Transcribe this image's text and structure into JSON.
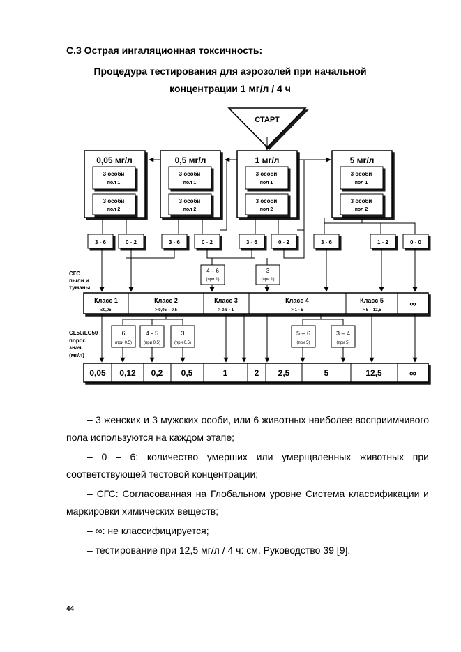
{
  "heading": "C.3 Острая ингаляционная токсичность:",
  "subtitle_line1": "Процедура тестирования для аэрозолей при начальной",
  "subtitle_line2": "концентрации 1 мг/л / 4 ч",
  "flow": {
    "start": "СТАРТ",
    "doses": [
      {
        "label": "0,05 мг/л",
        "sub": [
          [
            "3 особи",
            "пол 1"
          ],
          [
            "3 особи",
            "пол 2"
          ]
        ],
        "outcomes": [
          "3 - 6",
          "0 - 2"
        ]
      },
      {
        "label": "0,5 мг/л",
        "sub": [
          [
            "3 особи",
            "пол 1"
          ],
          [
            "3 особи",
            "пол 2"
          ]
        ],
        "outcomes": [
          "3 - 6",
          "0 - 2"
        ]
      },
      {
        "label": "1 мг/л",
        "sub": [
          [
            "3 особи",
            "пол 1"
          ],
          [
            "3 особи",
            "пол 2"
          ]
        ],
        "outcomes": [
          "3 - 6",
          "0 - 2"
        ]
      },
      {
        "label": "5 мг/л",
        "sub": [
          [
            "3 особи",
            "пол 1"
          ],
          [
            "3 особи",
            "пол 2"
          ]
        ],
        "outcomes": [
          "3 - 6",
          "1 - 2",
          "0 - 0"
        ]
      }
    ],
    "mid_boxes": [
      {
        "value": "4 – 6",
        "note": "(при 1)"
      },
      {
        "value": "3",
        "note": "(при 1)"
      }
    ],
    "sgs_label": [
      "СГС",
      "пыли и",
      "туманы"
    ],
    "classes": [
      {
        "name": "Класс 1",
        "range": "≤0,05"
      },
      {
        "name": "Класс 2",
        "range": "> 0,05 – 0,5"
      },
      {
        "name": "Класс 3",
        "range": "> 0,5 - 1"
      },
      {
        "name": "Класс 4",
        "range": "> 1 - 5"
      },
      {
        "name": "Класс 5",
        "range": "> 5 – 12,5"
      },
      {
        "name": "∞",
        "range": ""
      }
    ],
    "lower_boxes": [
      {
        "value": "6",
        "note": "(при 0.5)"
      },
      {
        "value": "4 - 5",
        "note": "(при 0.5)"
      },
      {
        "value": "3",
        "note": "(при 0.5)"
      },
      {
        "value": "5 – 6",
        "note": "(при 5)"
      },
      {
        "value": "3 – 4",
        "note": "(при 5)"
      }
    ],
    "cl_label": [
      "CL50/LC50",
      "порог.",
      "знач.",
      "(мг/л)"
    ],
    "values": [
      "0,05",
      "0,12",
      "0,2",
      "0,5",
      "1",
      "2",
      "2,5",
      "5",
      "12,5",
      "∞"
    ]
  },
  "notes": [
    "– 3 женских и 3 мужских особи, или 6 животных наиболее восприимчивого пола используются на каждом этапе;",
    "– 0 – 6: количество умерших или умерщвленных животных при соответствующей тестовой концентрации;",
    "– СГС: Согласованная на Глобальном уровне Система классификации и маркировки химических веществ;",
    "– ∞: не классифицируется;",
    "– тестирование при 12,5 мг/л / 4 ч: см. Руководство 39 [9]."
  ],
  "page_number": "44"
}
